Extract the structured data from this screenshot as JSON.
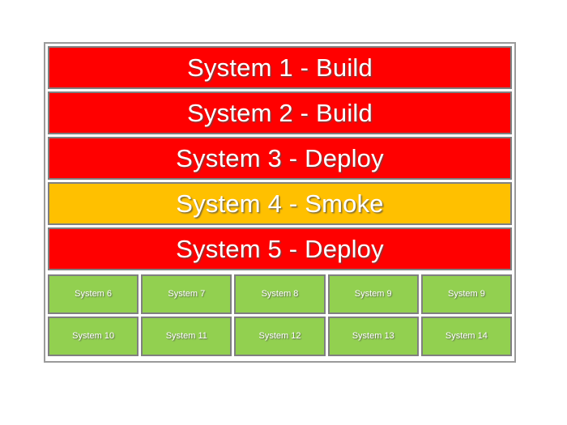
{
  "board": {
    "colors": {
      "red": "#FF0000",
      "amber": "#FFC000",
      "green": "#92D050",
      "border": "#808080",
      "frame": "#9A9A9A",
      "text": "#FFFFFF",
      "background": "#FFFFFF"
    },
    "status_bars": [
      {
        "label": "System 1 - Build",
        "system": "System 1",
        "stage": "Build",
        "status": "red",
        "color": "#FF0000"
      },
      {
        "label": "System 2 - Build",
        "system": "System 2",
        "stage": "Build",
        "status": "red",
        "color": "#FF0000"
      },
      {
        "label": "System 3 - Deploy",
        "system": "System 3",
        "stage": "Deploy",
        "status": "red",
        "color": "#FF0000"
      },
      {
        "label": "System 4 - Smoke",
        "system": "System 4",
        "stage": "Smoke",
        "status": "amber",
        "color": "#FFC000"
      },
      {
        "label": "System 5 - Deploy",
        "system": "System 5",
        "stage": "Deploy",
        "status": "red",
        "color": "#FF0000"
      }
    ],
    "tile_rows": [
      [
        {
          "label": "System 6",
          "status": "green",
          "color": "#92D050"
        },
        {
          "label": "System 7",
          "status": "green",
          "color": "#92D050"
        },
        {
          "label": "System 8",
          "status": "green",
          "color": "#92D050"
        },
        {
          "label": "System 9",
          "status": "green",
          "color": "#92D050"
        },
        {
          "label": "System 9",
          "status": "green",
          "color": "#92D050"
        }
      ],
      [
        {
          "label": "System 10",
          "status": "green",
          "color": "#92D050"
        },
        {
          "label": "System 11",
          "status": "green",
          "color": "#92D050"
        },
        {
          "label": "System 12",
          "status": "green",
          "color": "#92D050"
        },
        {
          "label": "System 13",
          "status": "green",
          "color": "#92D050"
        },
        {
          "label": "System 14",
          "status": "green",
          "color": "#92D050"
        }
      ]
    ]
  }
}
